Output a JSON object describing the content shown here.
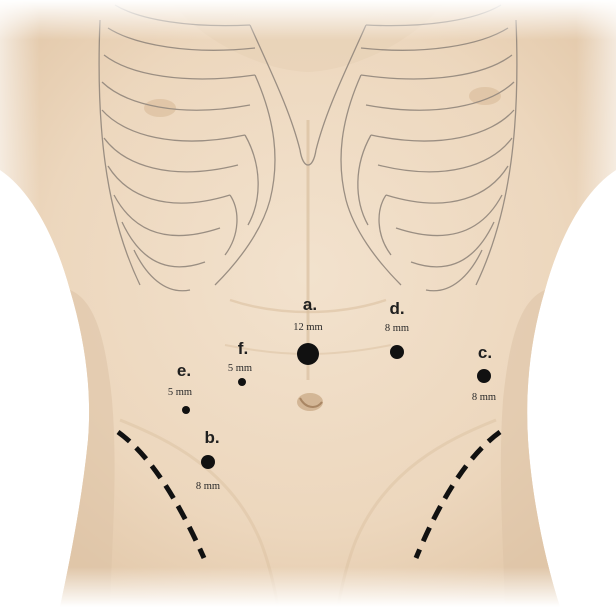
{
  "ports": [
    {
      "id": "a",
      "letter": "a.",
      "size": "12 mm"
    },
    {
      "id": "b",
      "letter": "b.",
      "size": "8 mm"
    },
    {
      "id": "c",
      "letter": "c.",
      "size": "8 mm"
    },
    {
      "id": "d",
      "letter": "d.",
      "size": "8 mm"
    },
    {
      "id": "e",
      "letter": "e.",
      "size": "5 mm"
    },
    {
      "id": "f",
      "letter": "f.",
      "size": "5 mm"
    }
  ],
  "colors": {
    "skin": "#efdcc4",
    "skin_shadow": "#dcc3a5",
    "ribs_outline": "#9a8e82",
    "port_dot": "#111111",
    "incision_line": "#111111"
  }
}
